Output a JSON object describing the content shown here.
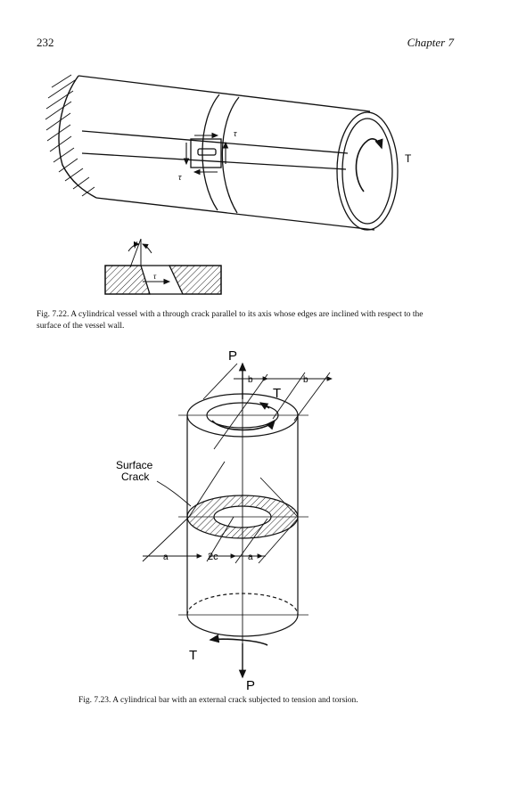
{
  "header": {
    "page_number": "232",
    "chapter": "Chapter 7"
  },
  "figure_722": {
    "labels": {
      "torque_end": "T",
      "tau_top": "τ",
      "tau_bottom": "τ",
      "tau_section": "τ",
      "gamma": "γ"
    },
    "caption": "Fig. 7.22. A cylindrical vessel with a through crack parallel to its axis whose edges are inclined with respect to the surface of the vessel wall."
  },
  "figure_723": {
    "labels": {
      "load_top": "P",
      "load_bottom": "P",
      "torque_top": "T",
      "torque_bottom": "T",
      "dim_b_left": "b",
      "dim_b_right": "b",
      "surface_crack": "Surface",
      "surface_crack_2": "Crack",
      "dim_a_left": "a",
      "dim_2c": "2c",
      "dim_a_right": "a"
    },
    "caption": "Fig. 7.23. A cylindrical bar with an external crack subjected to tension and torsion."
  }
}
